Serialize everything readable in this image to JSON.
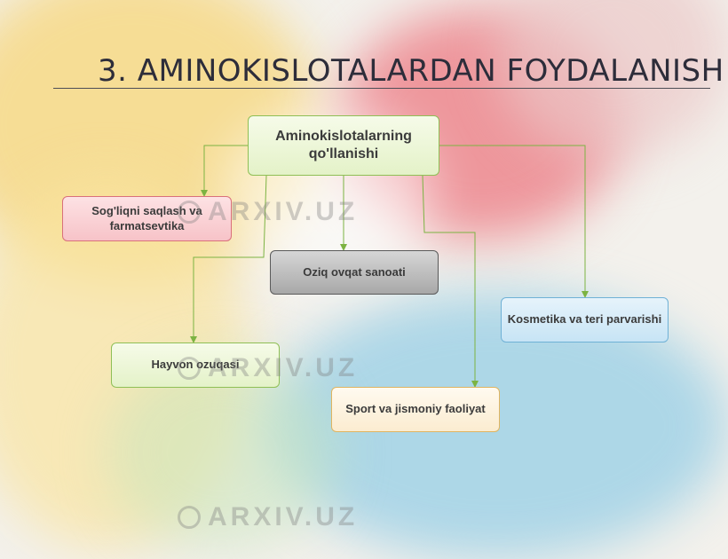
{
  "slide": {
    "title": "3. AMINOKISLOTALARDAN FOYDALANISH"
  },
  "diagram": {
    "root": "Aminokislotalarning qo'llanishi",
    "nodes": {
      "health": "Sog'liqni saqlash va farmatsevtika",
      "food": "Oziq ovqat sanoati",
      "cosmetics": "Kosmetika va teri parvarishi",
      "animal": "Hayvon ozuqasi",
      "sport": "Sport va jismoniy faoliyat"
    },
    "edges": [
      {
        "from": "root",
        "to": "health"
      },
      {
        "from": "root",
        "to": "food"
      },
      {
        "from": "root",
        "to": "cosmetics"
      },
      {
        "from": "root",
        "to": "animal"
      },
      {
        "from": "root",
        "to": "sport"
      }
    ],
    "connector_color": "#7cb342"
  },
  "watermark": {
    "text": "ARXIV.UZ"
  }
}
